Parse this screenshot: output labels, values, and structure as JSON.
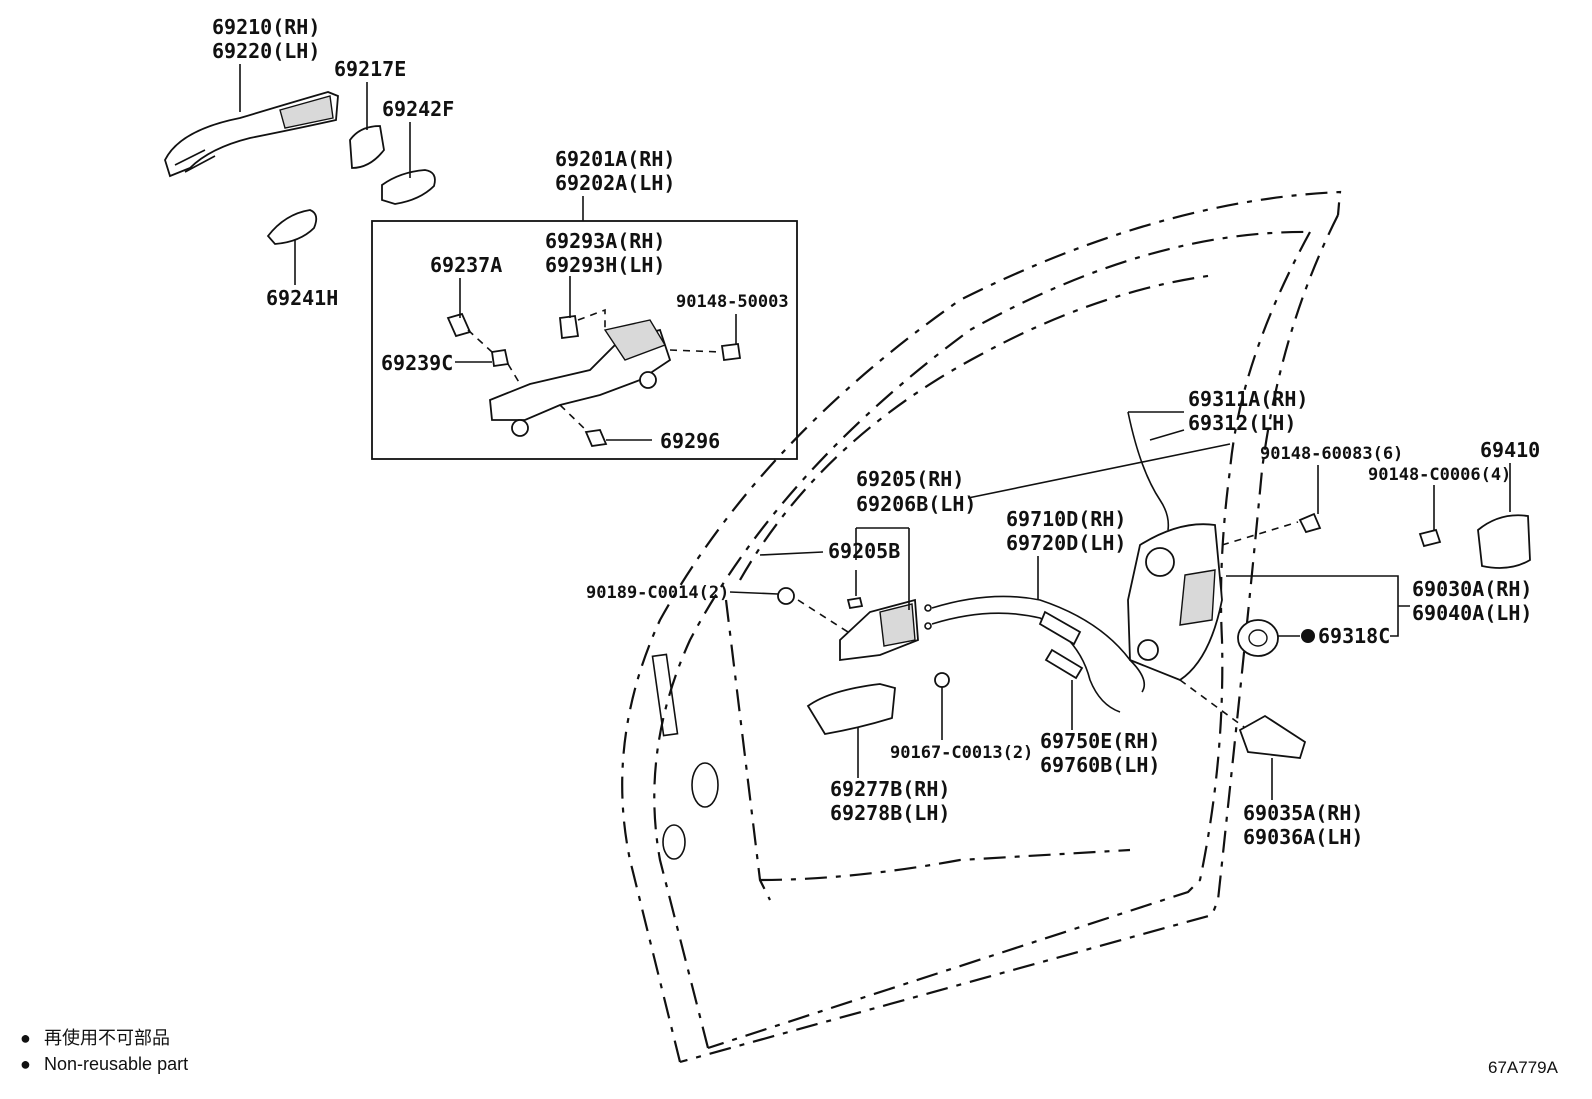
{
  "labels": {
    "p69210": "69210(RH)",
    "p69220": "69220(LH)",
    "p69217E": "69217E",
    "p69242F": "69242F",
    "p69241H": "69241H",
    "p69201A": "69201A(RH)",
    "p69202A": "69202A(LH)",
    "p69293A": "69293A(RH)",
    "p69293H": "69293H(LH)",
    "p69237A": "69237A",
    "p90148_50003": "90148-50003",
    "p69239C": "69239C",
    "p69296": "69296",
    "p69311A": "69311A(RH)",
    "p69312": "69312(LH)",
    "p90148_60083": "90148-60083(6)",
    "p69410": "69410",
    "p90148_C0006": "90148-C0006(4)",
    "p69205": "69205(RH)",
    "p69206B": "69206B(LH)",
    "p69205B": "69205B",
    "p69710D": "69710D(RH)",
    "p69720D": "69720D(LH)",
    "p90189_C0014": "90189-C0014(2)",
    "p69030A": "69030A(RH)",
    "p69040A": "69040A(LH)",
    "p69318C": "69318C",
    "p90167_C0013": "90167-C0013(2)",
    "p69750E": "69750E(RH)",
    "p69760B": "69760B(LH)",
    "p69277B": "69277B(RH)",
    "p69278B": "69278B(LH)",
    "p69035A": "69035A(RH)",
    "p69036A": "69036A(LH)"
  },
  "legend": {
    "bullet": "●",
    "line1": "再使用不可部品",
    "line2": "Non-reusable part"
  },
  "illustration_code": "67A779A"
}
